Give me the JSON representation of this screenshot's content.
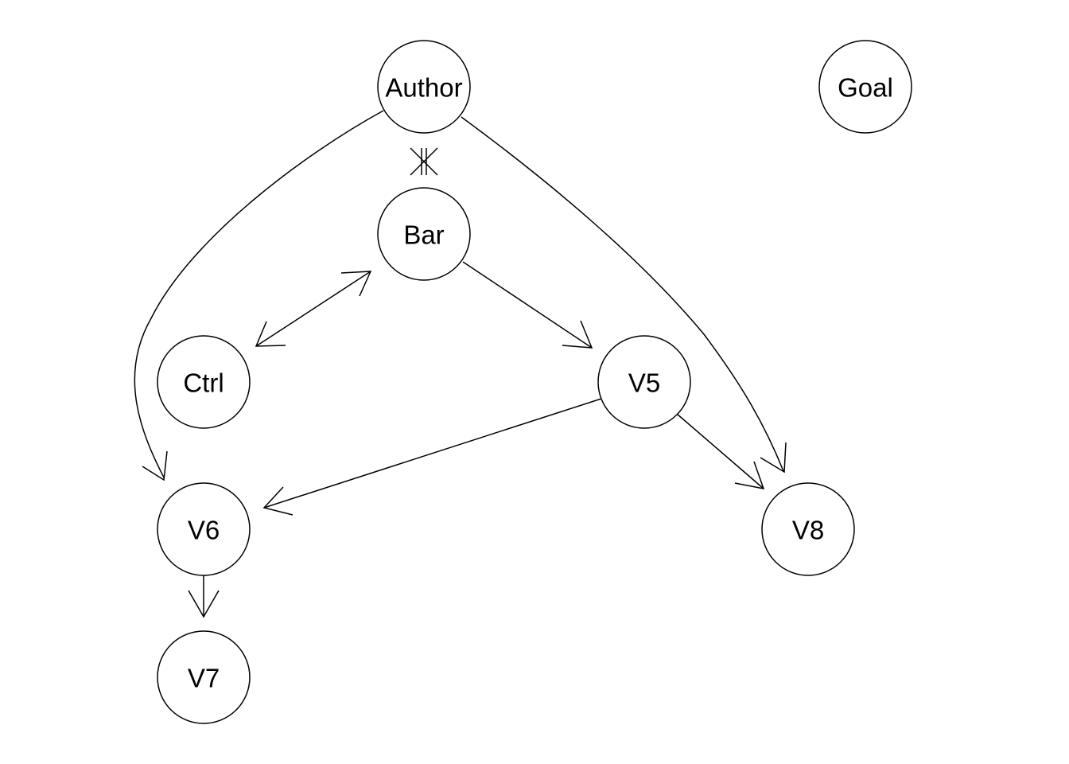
{
  "colors": {
    "background": "#ffffff",
    "stroke": "#000000",
    "text": "#000000"
  },
  "nodes": [
    {
      "id": "author",
      "label": "Author"
    },
    {
      "id": "goal",
      "label": "Goal"
    },
    {
      "id": "bar",
      "label": "Bar"
    },
    {
      "id": "ctrl",
      "label": "Ctrl"
    },
    {
      "id": "v5",
      "label": "V5"
    },
    {
      "id": "v6",
      "label": "V6"
    },
    {
      "id": "v8",
      "label": "V8"
    },
    {
      "id": "v7",
      "label": "V7"
    }
  ],
  "edges": [
    {
      "from": "author",
      "to": "bar",
      "type": "blocked"
    },
    {
      "from": "author",
      "to": "v6",
      "type": "directed"
    },
    {
      "from": "author",
      "to": "v8",
      "type": "directed"
    },
    {
      "from": "bar",
      "to": "ctrl",
      "type": "bidirected"
    },
    {
      "from": "bar",
      "to": "v5",
      "type": "directed"
    },
    {
      "from": "v5",
      "to": "v6",
      "type": "directed"
    },
    {
      "from": "v5",
      "to": "v8",
      "type": "directed"
    },
    {
      "from": "v6",
      "to": "v7",
      "type": "directed"
    }
  ]
}
